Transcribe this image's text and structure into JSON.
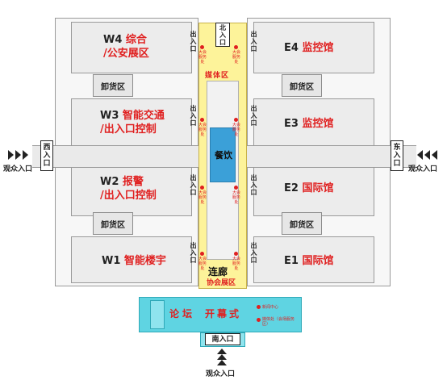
{
  "halls": {
    "w4": {
      "code": "W4",
      "name_1": "综合",
      "name_2": "/公安展区"
    },
    "w3": {
      "code": "W3",
      "name_1": "智能交通",
      "name_2": "/出入口控制"
    },
    "w2": {
      "code": "W2",
      "name_1": "报警",
      "name_2": "/出入口控制"
    },
    "w1": {
      "code": "W1",
      "name": "智能楼宇"
    },
    "e4": {
      "code": "E4",
      "name": "监控馆"
    },
    "e3": {
      "code": "E3",
      "name": "监控馆"
    },
    "e2": {
      "code": "E2",
      "name": "国际馆"
    },
    "e1": {
      "code": "E1",
      "name": "国际馆"
    }
  },
  "unloading_label": "卸货区",
  "exit_label": "出入口",
  "service_label": "大会服务处",
  "media_label": "媒体区",
  "dining_label": "餐饮",
  "corridor": {
    "title": "连廊",
    "subtitle": "协会展区"
  },
  "forum": {
    "left": "论坛",
    "right": "开幕式"
  },
  "forum_notes": {
    "one": "新闻中心",
    "two": "媒体处（会场服务区）"
  },
  "gates": {
    "north": "北入口",
    "south": "南入口",
    "west": "西入口",
    "east": "东入口"
  },
  "visitor_entrance": "观众入口",
  "colors": {
    "accent": "#e02020",
    "corridor": "#fdf39a",
    "dining": "#3ba0d8",
    "forum": "#5fd4e2"
  }
}
